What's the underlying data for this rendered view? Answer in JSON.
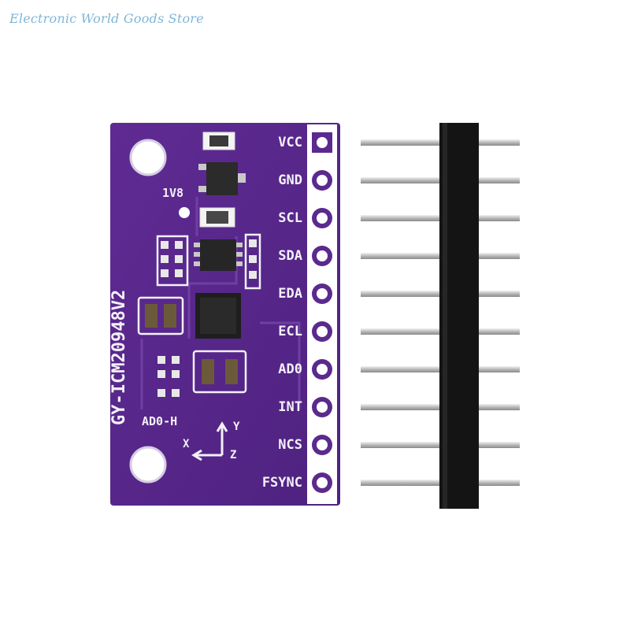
{
  "store": {
    "watermark": "Electronic World Goods Store"
  },
  "board": {
    "model_silkscreen": "GY-ICM20948V2",
    "regulator_label": "1V8",
    "jumper_label": "AD0-H",
    "pin_labels": [
      "VCC",
      "GND",
      "SCL",
      "SDA",
      "EDA",
      "ECL",
      "AD0",
      "INT",
      "NCS",
      "FSYNC"
    ],
    "axis_labels": {
      "x": "X",
      "y": "Y",
      "z": "Z"
    },
    "pcb_color": "#5b2a8e"
  },
  "header_pins": {
    "count": 10
  }
}
